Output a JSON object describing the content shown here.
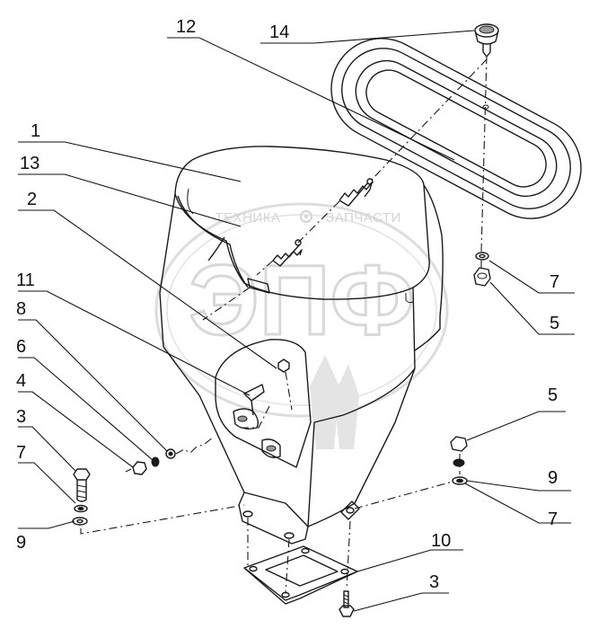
{
  "watermark": {
    "brand_left": "ТЕХНИКА",
    "brand_right": "ЗАПЧАСТИ",
    "logo_letters": "ЭПФ"
  },
  "callouts": [
    {
      "id": "1",
      "text": "1"
    },
    {
      "id": "13",
      "text": "13"
    },
    {
      "id": "2",
      "text": "2"
    },
    {
      "id": "11",
      "text": "11"
    },
    {
      "id": "8",
      "text": "8"
    },
    {
      "id": "6",
      "text": "6"
    },
    {
      "id": "4",
      "text": "4"
    },
    {
      "id": "3a",
      "text": "3"
    },
    {
      "id": "7a",
      "text": "7"
    },
    {
      "id": "9a",
      "text": "9"
    },
    {
      "id": "12",
      "text": "12"
    },
    {
      "id": "14",
      "text": "14"
    },
    {
      "id": "7b",
      "text": "7"
    },
    {
      "id": "5a",
      "text": "5"
    },
    {
      "id": "5b",
      "text": "5"
    },
    {
      "id": "9b",
      "text": "9"
    },
    {
      "id": "7c",
      "text": "7"
    },
    {
      "id": "10",
      "text": "10"
    },
    {
      "id": "3b",
      "text": "3"
    }
  ],
  "parts": [
    {
      "key": "hopper-body",
      "name": "hopper"
    },
    {
      "key": "lid",
      "name": "lid"
    },
    {
      "key": "knob",
      "name": "knob"
    },
    {
      "key": "spring",
      "name": "spring"
    },
    {
      "key": "flange-plate",
      "name": "flange plate"
    }
  ]
}
